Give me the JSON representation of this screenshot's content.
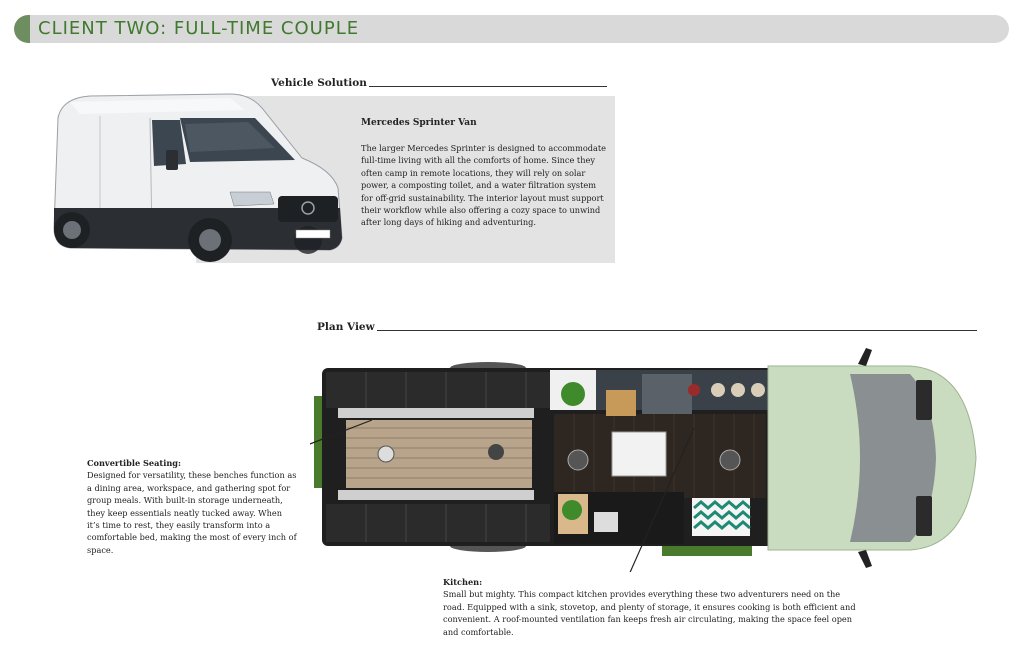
{
  "header": {
    "title": "CLIENT TWO: FULL-TIME COUPLE"
  },
  "vehicle_section": {
    "heading": "Vehicle Solution",
    "name": "Mercedes Sprinter Van",
    "description": "The larger Mercedes Sprinter is designed to accommodate full-time living with all the comforts of home. Since they often camp in remote locations, they will rely on solar power, a composting toilet, and a water filtration system for off-grid sustainability. The interior layout must support their workflow while also offering a cozy space to unwind after long days of hiking and adventuring."
  },
  "plan_section": {
    "heading": "Plan View",
    "seating": {
      "title": "Convertible Seating:",
      "text": "Designed for versatility, these benches function as a dining area, workspace, and gathering spot for group meals. With built-in storage underneath, they keep essentials neatly tucked away. When it’s time to rest, they easily transform into a comfortable bed, making the most of every inch of space."
    },
    "kitchen": {
      "title": "Kitchen:",
      "text": "Small but mighty. This compact kitchen provides everything these two adventurers need on the road. Equipped with a sink, stovetop, and plenty of storage, it ensures cooking is both efficient and convenient. A roof-mounted ventilation fan keeps fresh air circulating, making the space feel open and comfortable."
    }
  },
  "colors": {
    "accent_green": "#3f7a2f",
    "banner_gray": "#d9d9d9",
    "panel_gray": "#e3e3e3",
    "cab_green": "#c9dcbf"
  }
}
